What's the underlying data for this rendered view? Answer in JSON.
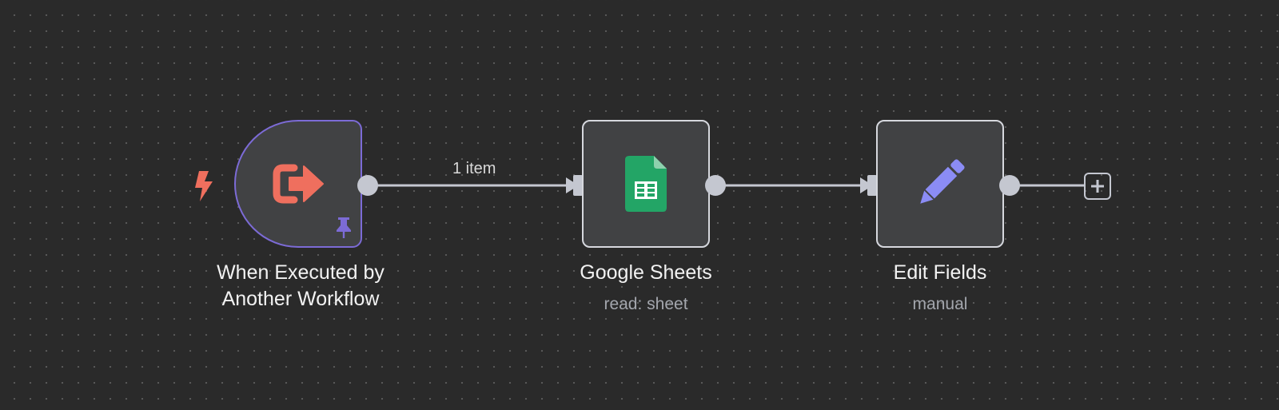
{
  "canvas": {
    "nodes": [
      {
        "id": "trigger",
        "title_line1": "When Executed by",
        "title_line2": "Another Workflow",
        "icon": "sign-out-icon",
        "badge_icon": "pin-icon",
        "trigger_icon": "lightning-bolt-icon"
      },
      {
        "id": "sheets",
        "title": "Google Sheets",
        "subtitle": "read: sheet",
        "icon": "google-sheets-icon"
      },
      {
        "id": "edit",
        "title": "Edit Fields",
        "subtitle": "manual",
        "icon": "pencil-icon"
      }
    ],
    "connections": [
      {
        "from": "When Executed by Another Workflow",
        "to": "Google Sheets",
        "label": "1 item"
      },
      {
        "from": "Google Sheets",
        "to": "Edit Fields",
        "label": ""
      }
    ],
    "add_node_button": "plus-icon"
  },
  "colors": {
    "background": "#2a2a2a",
    "node_fill": "#414244",
    "node_border": "#d6d8de",
    "trigger_border": "#7c6bd6",
    "trigger_icon": "#ef6f5e",
    "sheets_green": "#23a566",
    "pencil_purple": "#8b8cf5",
    "connection": "#c4c7d0"
  }
}
